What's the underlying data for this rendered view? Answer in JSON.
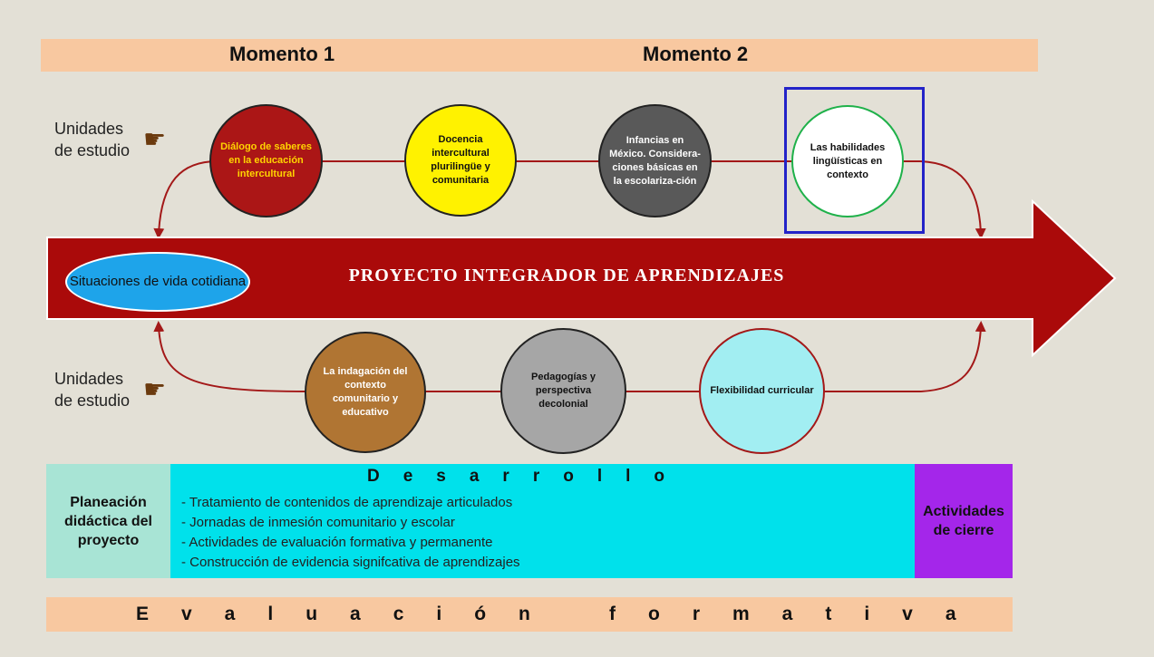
{
  "header": {
    "moment1": "Momento 1",
    "moment2": "Momento 2"
  },
  "units_label": {
    "top": "Unidades\nde estudio",
    "bottom": "Unidades\nde estudio"
  },
  "top_circles": [
    {
      "text": "Diálogo de saberes en la educación intercultural",
      "fill": "#ab1616",
      "color": "#ffd400"
    },
    {
      "text": "Docencia intercultural plurilingüe y comunitaria",
      "fill": "#fff200",
      "color": "#111111"
    },
    {
      "text": "Infancias en México. Considera-ciones básicas en la escolariza-ción",
      "fill": "#595959",
      "color": "#ffffff"
    },
    {
      "text": "Las habilidades lingüísticas en contexto",
      "fill": "#ffffff",
      "color": "#111111"
    }
  ],
  "bottom_circles": [
    {
      "text": "La indagación del contexto comunitario y educativo",
      "fill": "#b07533",
      "color": "#ffffff"
    },
    {
      "text": "Pedagogías y perspectiva decolonial",
      "fill": "#a6a6a6",
      "color": "#111111"
    },
    {
      "text": "Flexibilidad curricular",
      "fill": "#a2eef2",
      "color": "#111111"
    }
  ],
  "arrow": {
    "title": "PROYECTO INTEGRADOR DE APRENDIZAJES",
    "color": "#aa0a0a"
  },
  "ellipse": {
    "text": "Situaciones de vida cotidiana"
  },
  "panels": {
    "left": "Planeación didáctica del proyecto",
    "middle_title": "Desarrollo",
    "middle_items": [
      "- Tratamiento de contenidos de aprendizaje articulados",
      "- Jornadas de inmesión comunitario y escolar",
      "- Actividades de evaluación formativa y permanente",
      "- Construcción de evidencia signifcativa de aprendizajes"
    ],
    "right": "Actividades de cierre"
  },
  "footer": {
    "word1": "Evaluación",
    "word2": "formativa"
  },
  "icons": {
    "hand": "pointing-hand-icon"
  }
}
